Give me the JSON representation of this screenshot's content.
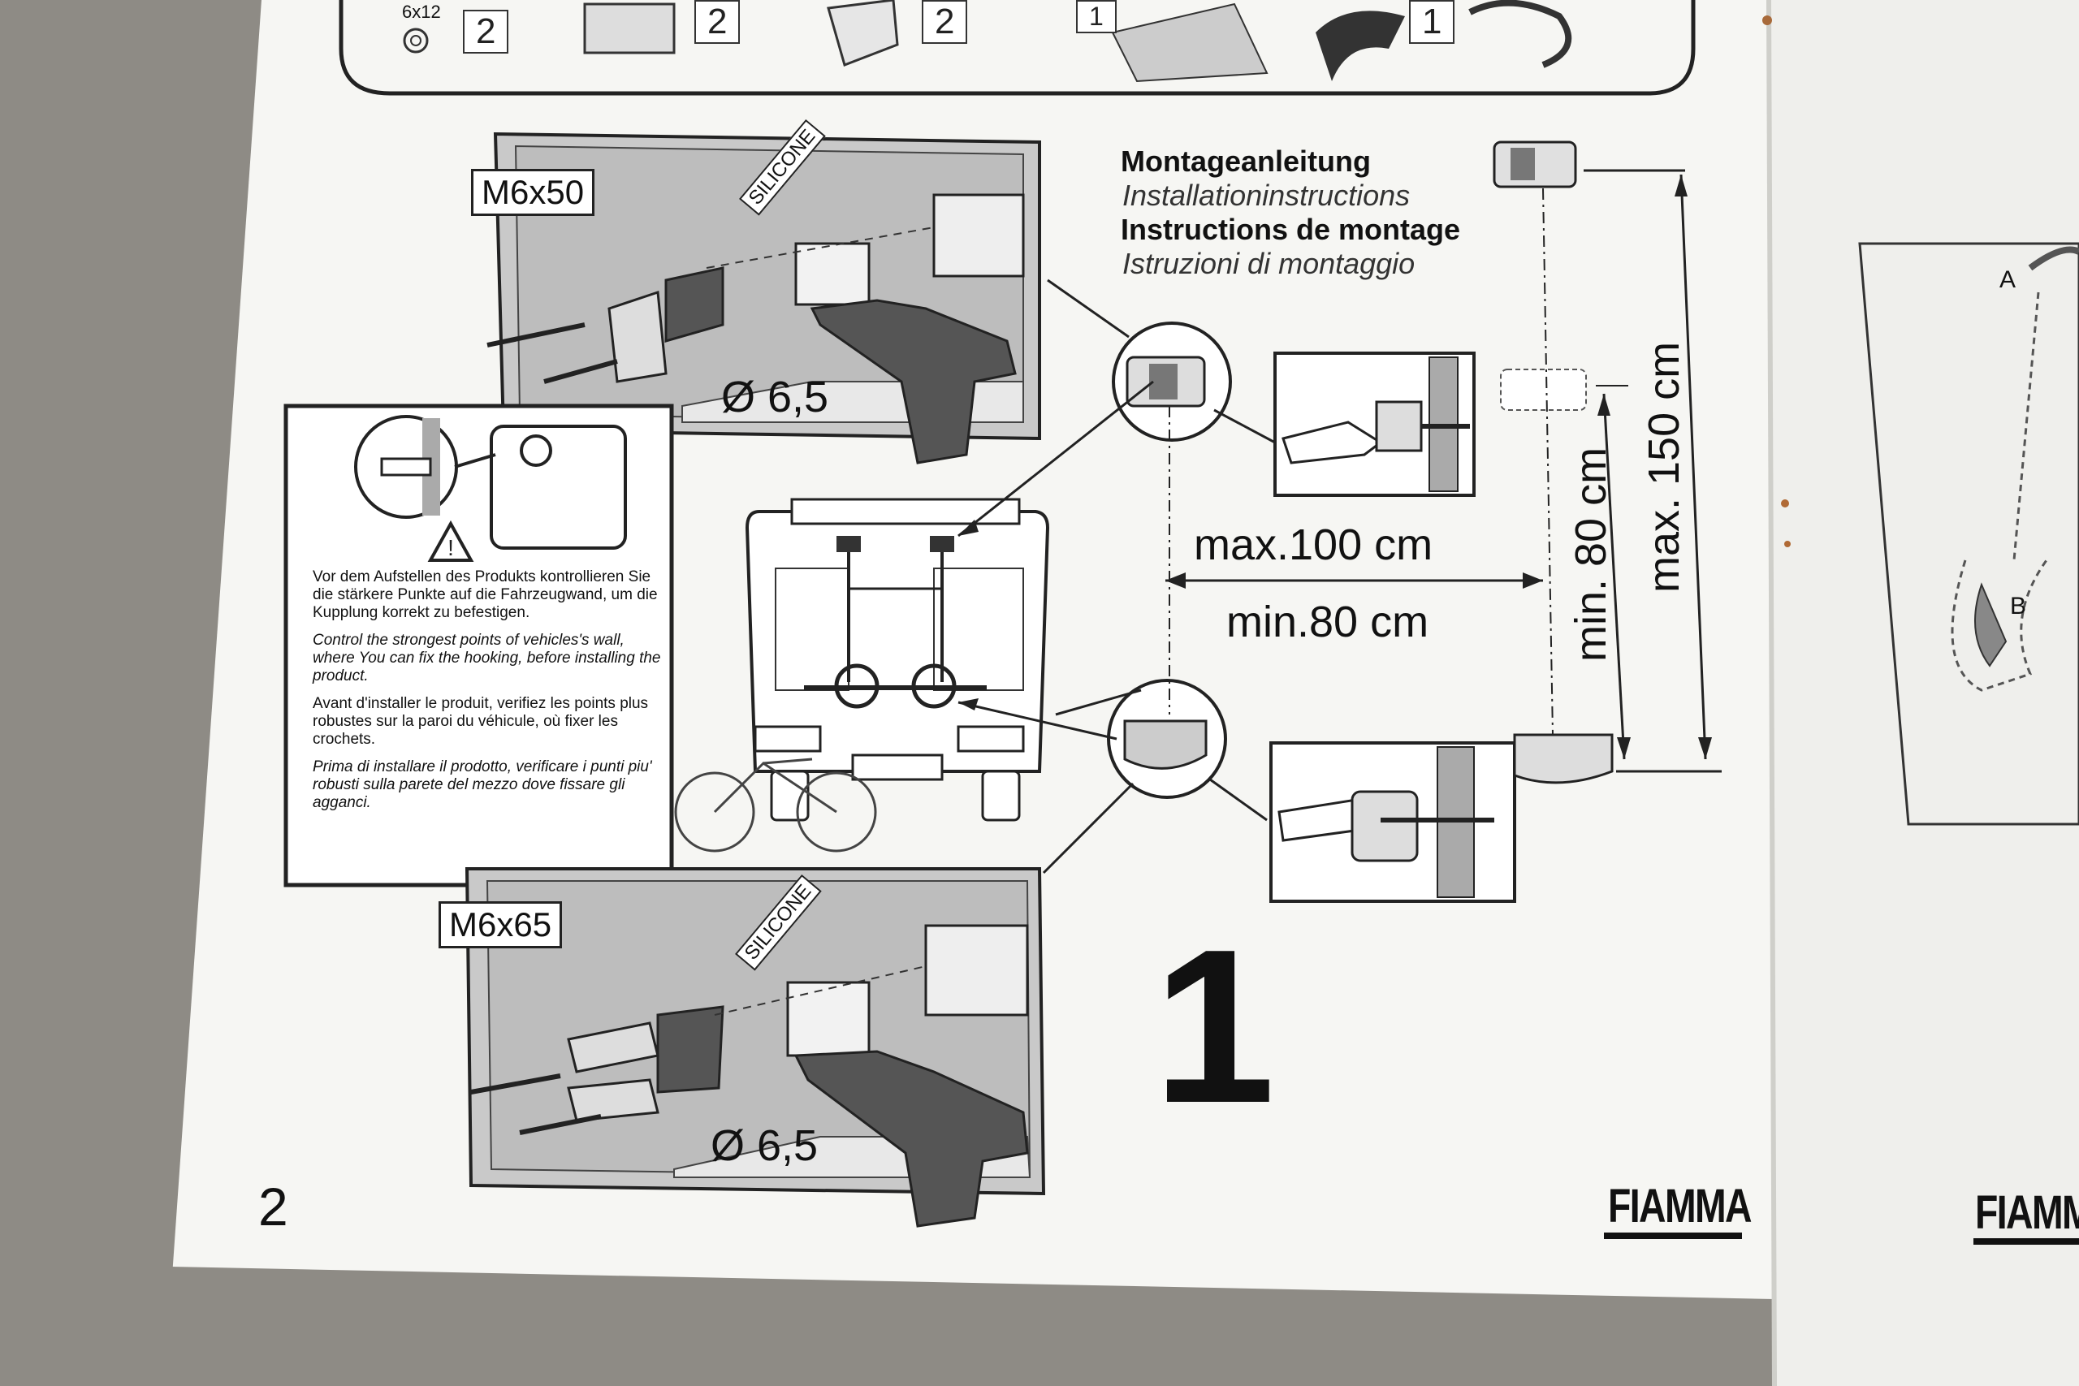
{
  "header": {
    "title_de": "Montageanleitung",
    "title_en": "Installationinstructions",
    "title_fr": "Instructions de montage",
    "title_it": "Istruzioni di montaggio"
  },
  "parts": {
    "screw_size": "6x12",
    "qty_screws": "2",
    "qty_brackets": "2",
    "qty_pads": "2",
    "qty_manual": "1",
    "qty_hook": "1"
  },
  "upper_panel": {
    "bolt_label": "M6x50",
    "silicone_label": "SILICONE",
    "drill_label": "Ø 6,5"
  },
  "lower_panel": {
    "bolt_label": "M6x65",
    "silicone_label": "SILICONE",
    "drill_label": "Ø 6,5"
  },
  "note": {
    "de": "Vor dem Aufstellen des Produkts kontrollieren Sie die stärkere Punkte auf die Fahrzeugwand, um die Kupplung korrekt zu befestigen.",
    "en": "Control the strongest points of vehicles's wall, where You can fix the hooking, before installing the product.",
    "fr": "Avant d'installer le produit, verifiez les points plus robustes sur la paroi du véhicule, où fixer les crochets.",
    "it": "Prima di installare il prodotto, verificare i punti piu' robusti sulla parete del mezzo dove fissare gli agganci."
  },
  "measurements": {
    "horizontal_max": "max.100 cm",
    "horizontal_min": "min.80 cm",
    "vertical_min": "min. 80 cm",
    "vertical_max": "max. 150 cm"
  },
  "step_number": "1",
  "page_number": "2",
  "brand": "FIAMMA",
  "right_page": {
    "label_a": "A",
    "label_b": "B",
    "brand": "FIAMMA"
  }
}
